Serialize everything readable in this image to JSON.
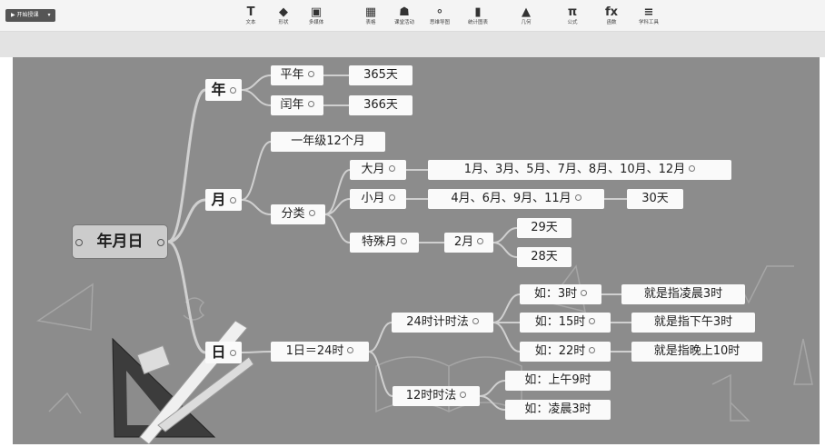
{
  "toolbar": {
    "start_label": "▶ 开始授课",
    "tools": [
      {
        "label": "文本",
        "icon": "text-icon",
        "glyph": "T"
      },
      {
        "label": "形状",
        "icon": "shape-icon",
        "glyph": "◆"
      },
      {
        "label": "多媒体",
        "icon": "media-icon",
        "glyph": "▣"
      },
      {
        "label": "表格",
        "icon": "table-icon",
        "glyph": "▦"
      },
      {
        "label": "课堂活动",
        "icon": "activity-icon",
        "glyph": "☗"
      },
      {
        "label": "思维导图",
        "icon": "mindmap-icon",
        "glyph": "⚬"
      },
      {
        "label": "统计图表",
        "icon": "chart-icon",
        "glyph": "▮"
      },
      {
        "label": "几何",
        "icon": "geometry-icon",
        "glyph": "▲"
      },
      {
        "label": "公式",
        "icon": "formula-icon",
        "glyph": "π"
      },
      {
        "label": "函数",
        "icon": "function-icon",
        "glyph": "fx"
      },
      {
        "label": "学科工具",
        "icon": "subject-tools-icon",
        "glyph": "≡"
      }
    ]
  },
  "mindmap": {
    "root": "年月日",
    "year": "年",
    "common_year": "平年",
    "common_days": "365天",
    "leap_year": "闰年",
    "leap_days": "366天",
    "month": "月",
    "month_count": "一年级12个月",
    "category": "分类",
    "big_month": "大月",
    "big_month_list": "1月、3月、5月、7月、8月、10月、12月",
    "small_month": "小月",
    "small_month_list": "4月、6月、9月、11月",
    "small_days": "30天",
    "special_month": "特殊月",
    "feb": "2月",
    "feb_29": "29天",
    "feb_28": "28天",
    "day": "日",
    "day_def": "1日＝24时",
    "h24": "24时计时法",
    "ex3": "如：3时",
    "ex3_mean": "就是指凌晨3时",
    "ex15": "如：15时",
    "ex15_mean": "就是指下午3时",
    "ex22": "如：22时",
    "ex22_mean": "就是指晚上10时",
    "h12": "12时时法",
    "am9": "如：上午9时",
    "dawn3": "如：凌晨3时"
  }
}
